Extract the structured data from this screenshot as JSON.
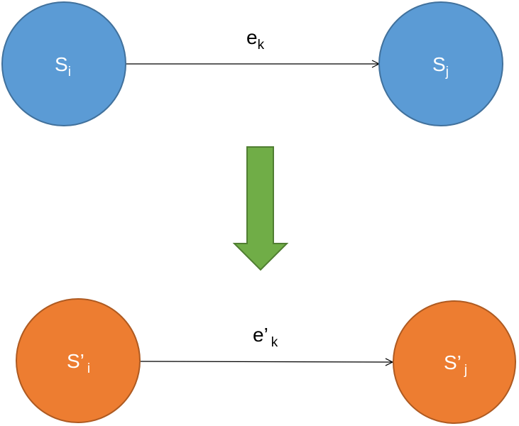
{
  "colors": {
    "top_node_fill": "#5b9bd5",
    "top_node_stroke": "#41719c",
    "bottom_node_fill": "#ed7d31",
    "bottom_node_stroke": "#ae5a21",
    "transform_arrow_fill": "#70ad47",
    "transform_arrow_stroke": "#507e32",
    "edge_color": "#000000"
  },
  "top_row": {
    "source_node": {
      "base": "S",
      "subscript": "i"
    },
    "target_node": {
      "base": "S",
      "subscript": "j"
    },
    "edge": {
      "base": "e",
      "subscript": "k"
    }
  },
  "bottom_row": {
    "source_node": {
      "base": "S’",
      "subscript": "i"
    },
    "target_node": {
      "base": "S’",
      "subscript": "j"
    },
    "edge": {
      "base": "e’",
      "subscript": "k"
    }
  },
  "transform_arrow": {
    "icon": "down-arrow-icon"
  }
}
